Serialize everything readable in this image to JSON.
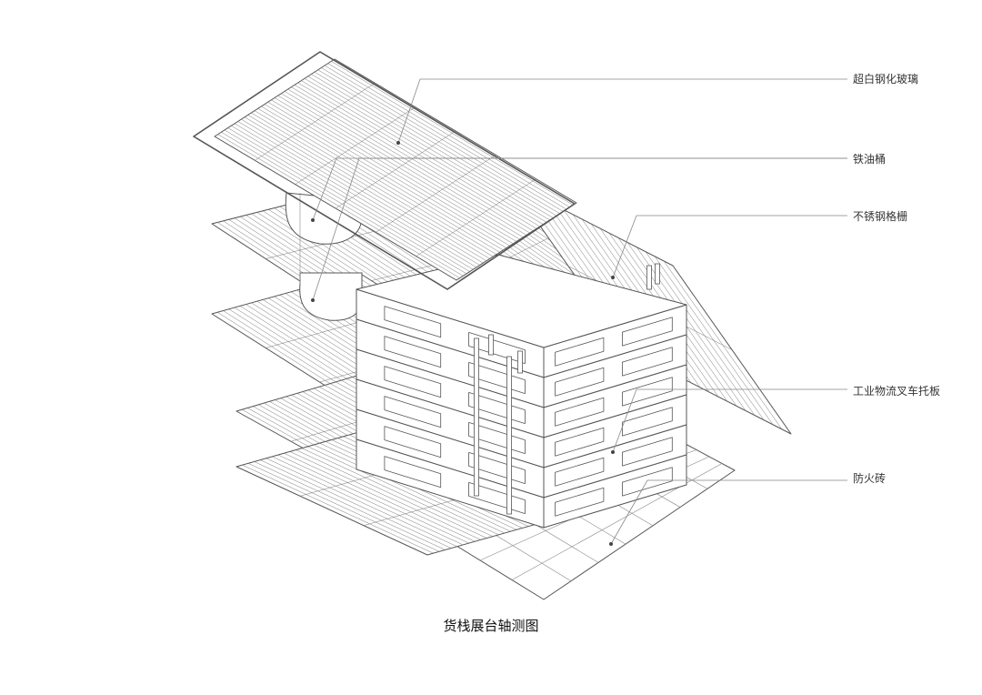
{
  "title": "货栈展台轴测图",
  "labels": {
    "glass": "超白钢化玻璃",
    "barrel": "铁油桶",
    "grating": "不锈钢格栅",
    "pallet": "工业物流叉车托板",
    "brick": "防火砖"
  },
  "colors": {
    "line": "#555555",
    "leader": "#888888",
    "caption": "#111111"
  }
}
